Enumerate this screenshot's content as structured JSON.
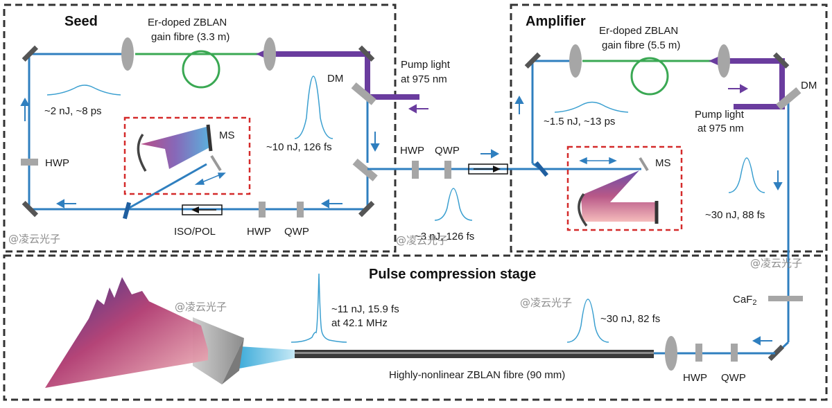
{
  "sections": {
    "seed": "Seed",
    "amplifier": "Amplifier",
    "compression": "Pulse compression stage"
  },
  "labels": {
    "seed_fibre_line1": "Er-doped ZBLAN",
    "seed_fibre_line2": "gain fibre (3.3 m)",
    "amp_fibre_line1": "Er-doped ZBLAN",
    "amp_fibre_line2": "gain fibre (5.5 m)",
    "pump1_line1": "Pump light",
    "pump1_line2": "at 975 nm",
    "pump2_line1": "Pump light",
    "pump2_line2": "at 975 nm",
    "dm_seed": "DM",
    "dm_amp": "DM",
    "ms_seed": "MS",
    "ms_amp": "MS",
    "hwp_seed_left": "HWP",
    "hwp_seed_bottom": "HWP",
    "qwp_seed_bottom": "QWP",
    "iso_pol": "ISO/POL",
    "hwp_mid": "HWP",
    "qwp_mid": "QWP",
    "hwp_comp": "HWP",
    "qwp_comp": "QWP",
    "caf2_main": "CaF",
    "caf2_sub": "2",
    "hnlf": "Highly-nonlinear ZBLAN fibre (90 mm)"
  },
  "pulses": {
    "seed_stretched": "~2 nJ, ~8 ps",
    "seed_compressed": "~10 nJ, 126 fs",
    "mid": "~3 nJ, 126 fs",
    "amp_stretched": "~1.5 nJ, ~13 ps",
    "amp_compressed": "~30 nJ, 88 fs",
    "comp_input": "~30 nJ, 82 fs",
    "output_line1": "~11 nJ, 15.9 fs",
    "output_line2": "at 42.1 MHz"
  },
  "watermark": "@凌云光子",
  "colors": {
    "beam": "#2f7fbf",
    "gain_fibre": "#3aa853",
    "pump": "#6a3c9e",
    "pulse": "#3a9fd0",
    "dashed_box": "#d42a2a",
    "optic_grey": "#a6a6a6",
    "mirror": "#555555"
  }
}
